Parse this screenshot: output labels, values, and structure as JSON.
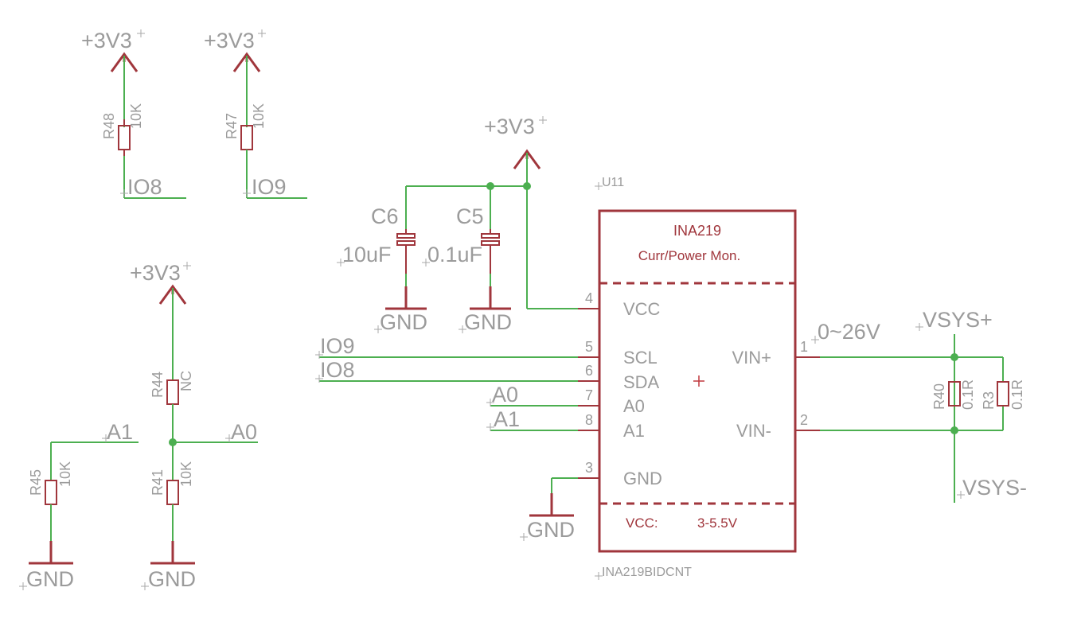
{
  "supply": "+3V3",
  "ground": "GND",
  "nets": {
    "io8": "IO8",
    "io9": "IO9",
    "a0": "A0",
    "a1": "A1",
    "vsys_plus": "VSYS+",
    "vsys_minus": "VSYS-",
    "range": "0~26V"
  },
  "resistors": {
    "r48": {
      "ref": "R48",
      "value": "10K"
    },
    "r47": {
      "ref": "R47",
      "value": "10K"
    },
    "r44": {
      "ref": "R44",
      "value": "NC"
    },
    "r41": {
      "ref": "R41",
      "value": "10K"
    },
    "r45": {
      "ref": "R45",
      "value": "10K"
    },
    "r40": {
      "ref": "R40",
      "value": "0.1R"
    },
    "r3": {
      "ref": "R3",
      "value": "0.1R"
    }
  },
  "capacitors": {
    "c6": {
      "ref": "C6",
      "value": "10uF"
    },
    "c5": {
      "ref": "C5",
      "value": "0.1uF"
    }
  },
  "ic": {
    "ref": "U11",
    "name": "INA219",
    "desc": "Curr/Power Mon.",
    "part": "INA219BIDCNT",
    "vcc_label": "VCC:",
    "vcc_range": "3-5.5V",
    "pins": {
      "vcc": {
        "num": "4",
        "name": "VCC"
      },
      "scl": {
        "num": "5",
        "name": "SCL"
      },
      "sda": {
        "num": "6",
        "name": "SDA"
      },
      "a0": {
        "num": "7",
        "name": "A0"
      },
      "a1": {
        "num": "8",
        "name": "A1"
      },
      "gnd": {
        "num": "3",
        "name": "GND"
      },
      "vinp": {
        "num": "1",
        "name": "VIN+"
      },
      "vinm": {
        "num": "2",
        "name": "VIN-"
      }
    }
  }
}
